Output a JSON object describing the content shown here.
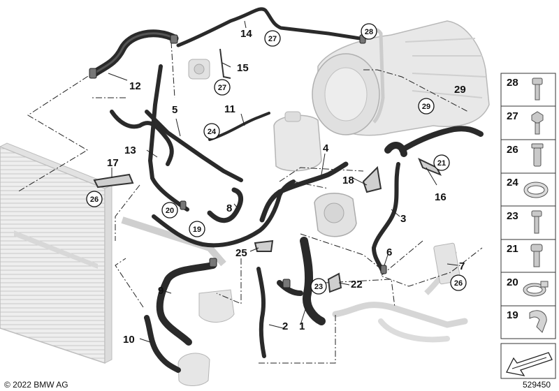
{
  "callouts": {
    "c1": "1",
    "c2": "2",
    "c3": "3",
    "c4": "4",
    "c5": "5",
    "c7": "7",
    "c8": "8",
    "c9": "9",
    "c10": "10",
    "c11": "11",
    "c12": "12",
    "c13": "13",
    "c14": "14",
    "c15": "15",
    "c16": "16",
    "c17": "17",
    "c18": "18",
    "c22": "22",
    "c25": "25",
    "c6": "6"
  },
  "circled": {
    "k28": "28",
    "k27a": "27",
    "k27b": "27",
    "k24": "24",
    "k29a": "29",
    "k21": "21",
    "k26a": "26",
    "k20": "20",
    "k19": "19",
    "k23": "23",
    "k26b": "26"
  },
  "plain29": "29",
  "panel": [
    "28",
    "27",
    "26",
    "24",
    "23",
    "21",
    "20",
    "19"
  ],
  "copyright": "© 2022 BMW AG",
  "diagram_id": "529450"
}
